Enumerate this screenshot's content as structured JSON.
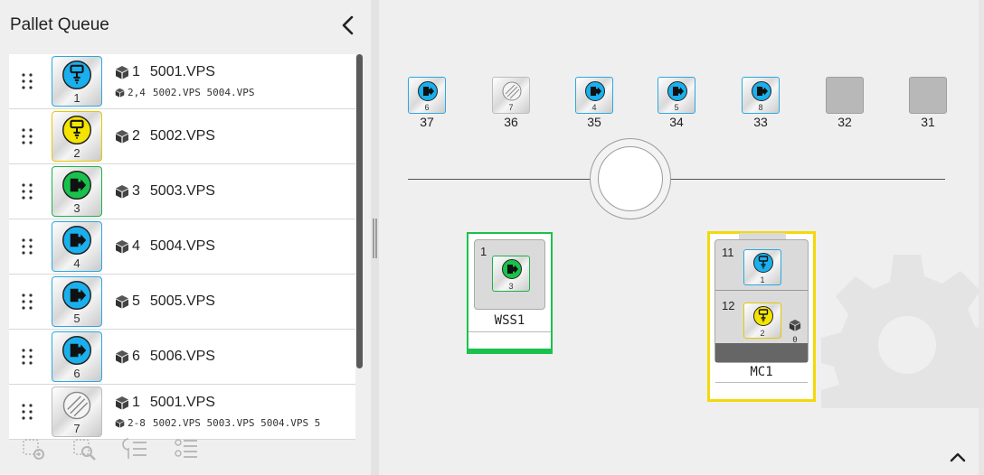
{
  "panel": {
    "title": "Pallet Queue"
  },
  "queue": [
    {
      "pallet": "1",
      "color": "blue",
      "icon": "fixture-icon",
      "qty": "1",
      "program": "5001.VPS",
      "sub_qty": "2,4",
      "sub_programs": "5002.VPS 5004.VPS"
    },
    {
      "pallet": "2",
      "color": "yellow",
      "icon": "fixture-icon",
      "qty": "2",
      "program": "5002.VPS"
    },
    {
      "pallet": "3",
      "color": "green",
      "icon": "load-icon",
      "qty": "3",
      "program": "5003.VPS"
    },
    {
      "pallet": "4",
      "color": "blue",
      "icon": "load-icon",
      "qty": "4",
      "program": "5004.VPS"
    },
    {
      "pallet": "5",
      "color": "blue",
      "icon": "load-icon",
      "qty": "5",
      "program": "5005.VPS"
    },
    {
      "pallet": "6",
      "color": "blue",
      "icon": "load-icon",
      "qty": "6",
      "program": "5006.VPS"
    },
    {
      "pallet": "7",
      "color": "gray",
      "icon": "blocked-icon",
      "qty": "1",
      "program": "5001.VPS",
      "sub_qty": "2-8",
      "sub_programs": "5002.VPS 5003.VPS 5004.VPS 5"
    }
  ],
  "stations": [
    {
      "label": "37",
      "pallet": "6",
      "icon": "load-icon",
      "state": "blue"
    },
    {
      "label": "36",
      "pallet": "7",
      "icon": "blocked-icon",
      "state": "gray"
    },
    {
      "label": "35",
      "pallet": "4",
      "icon": "load-icon",
      "state": "blue"
    },
    {
      "label": "34",
      "pallet": "5",
      "icon": "load-icon",
      "state": "blue"
    },
    {
      "label": "33",
      "pallet": "8",
      "icon": "load-icon",
      "state": "blue"
    },
    {
      "label": "32",
      "pallet": "",
      "icon": "",
      "state": "empty"
    },
    {
      "label": "31",
      "pallet": "",
      "icon": "",
      "state": "empty"
    }
  ],
  "wss": {
    "label": "WSS1",
    "slot": "1",
    "pallet": "3",
    "accent": "#19c24c"
  },
  "mc": {
    "label": "MC1",
    "accent": "#f3d90a",
    "slots": [
      {
        "slot": "11",
        "pallet": "1",
        "color": "blue"
      },
      {
        "slot": "12",
        "pallet": "2",
        "color": "yellow"
      }
    ],
    "part_count": "0"
  },
  "colors": {
    "blue": "#1ab0ee",
    "yellow": "#f5e400",
    "green": "#19c24c",
    "gray": "#bdbdbd"
  }
}
